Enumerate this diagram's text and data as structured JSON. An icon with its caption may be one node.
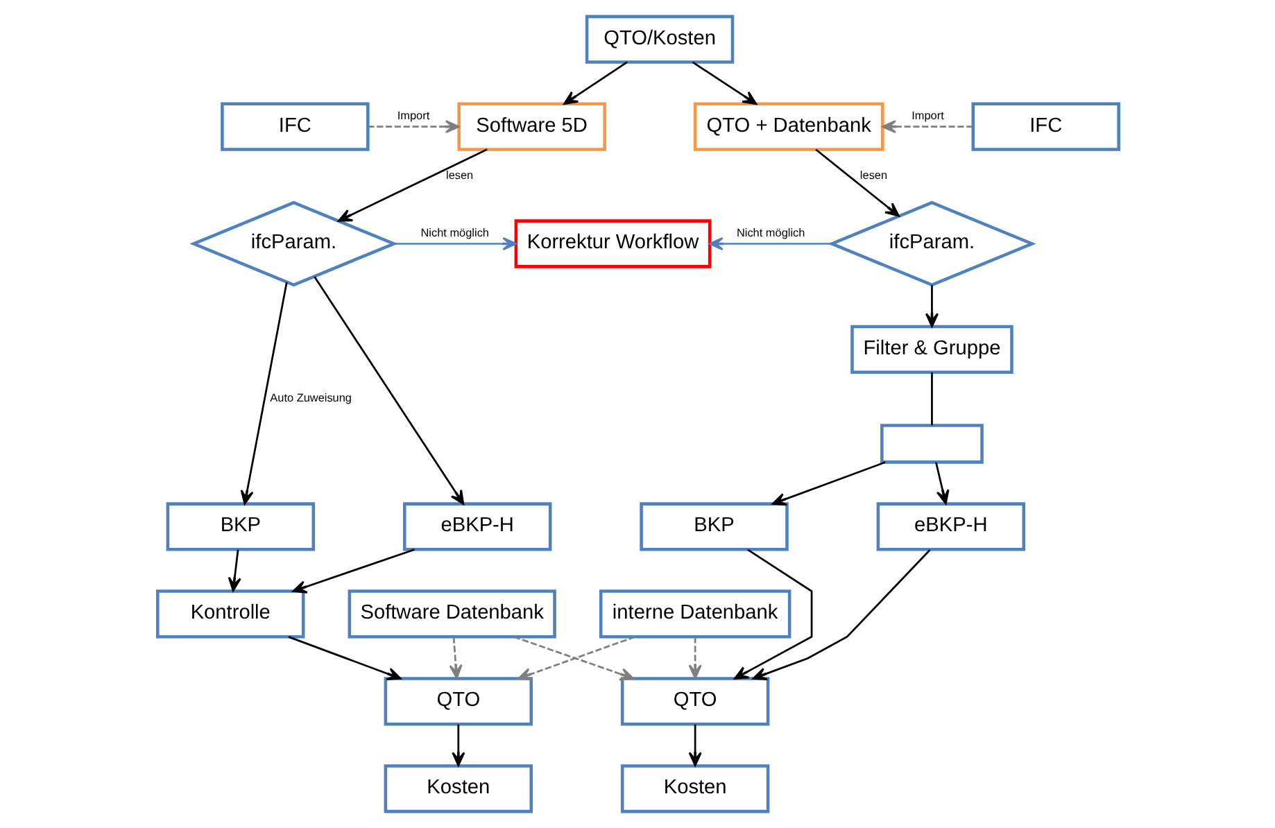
{
  "diagram": {
    "nodes": [
      {
        "text": [
          "QTO/Kosten"
        ]
      },
      {
        "text": [
          "IFC"
        ]
      },
      {
        "text": [
          "Software 5D"
        ]
      },
      {
        "text": [
          "QTO + Datenbank"
        ]
      },
      {
        "text": [
          "IFC"
        ]
      },
      {
        "text": [
          "ifcParam."
        ]
      },
      {
        "text": [
          "Korrektur Workflow"
        ]
      },
      {
        "text": [
          "ifcParam."
        ]
      },
      {
        "text": [
          "Filter & Gruppe"
        ]
      },
      {
        "text": [],
        "shape": "box"
      },
      {
        "text": [
          "BKP"
        ]
      },
      {
        "text": [
          "eBKP-H"
        ]
      },
      {
        "text": [
          "BKP"
        ]
      },
      {
        "text": [
          "eBKP-H"
        ]
      },
      {
        "text": [
          "Kontrolle"
        ]
      },
      {
        "text": [
          "Software Datenbank"
        ]
      },
      {
        "text": [
          "QTO"
        ]
      },
      {
        "text": [
          "QTO"
        ]
      },
      {
        "text": [
          "interne Datenbank"
        ]
      },
      {
        "text": [
          "Kosten"
        ]
      },
      {
        "text": [
          "Kosten"
        ]
      }
    ],
    "edges": [
      {
        "from": 0,
        "to": 2,
        "arrow": "to"
      },
      {
        "from": 0,
        "to": 3,
        "arrow": "to"
      },
      {
        "from": 1,
        "to": 2,
        "arrow": "to",
        "label": "Import",
        "style": "dashed",
        "color": "#7f7f7f"
      },
      {
        "from": 4,
        "to": 3,
        "arrow": "to",
        "label": "Import",
        "style": "dashed",
        "color": "#7f7f7f"
      },
      {
        "from": 2,
        "to": 5,
        "arrow": "to",
        "label": "lesen"
      },
      {
        "from": 3,
        "to": 7,
        "arrow": "to",
        "label": "lesen"
      },
      {
        "from": 5,
        "to": 6,
        "arrow": "to",
        "label": "Nicht möglich",
        "color": "#4f81bd"
      },
      {
        "from": 7,
        "to": 6,
        "arrow": "to",
        "label": "Nicht möglich",
        "color": "#4f81bd"
      },
      {
        "from": 5,
        "to": 10,
        "arrow": "to",
        "label": "Auto Zuweisung"
      },
      {
        "from": 5,
        "to": 11,
        "arrow": "to"
      },
      {
        "from": 7,
        "to": 8,
        "arrow": "to"
      },
      {
        "from": 8,
        "to": 9,
        "arrow": "none"
      },
      {
        "from": 9,
        "to": 12,
        "arrow": "to"
      },
      {
        "from": 9,
        "to": 13,
        "arrow": "to"
      },
      {
        "from": 10,
        "to": 14,
        "arrow": "to"
      },
      {
        "from": 11,
        "to": 14,
        "arrow": "to"
      },
      {
        "from": 12,
        "to": 17,
        "arrow": "to"
      },
      {
        "from": 13,
        "to": 17,
        "arrow": "to"
      },
      {
        "from": 14,
        "to": 16,
        "arrow": "to"
      },
      {
        "from": 15,
        "to": 16,
        "arrow": "to",
        "style": "dashed",
        "color": "#7f7f7f"
      },
      {
        "from": 15,
        "to": 17,
        "arrow": "to",
        "style": "dashed",
        "color": "#7f7f7f"
      },
      {
        "from": 18,
        "to": 16,
        "arrow": "to",
        "style": "dashed",
        "color": "#7f7f7f"
      },
      {
        "from": 18,
        "to": 17,
        "arrow": "to",
        "style": "dashed",
        "color": "#7f7f7f"
      },
      {
        "from": 16,
        "to": 19,
        "arrow": "to"
      },
      {
        "from": 17,
        "to": 20,
        "arrow": "to"
      }
    ]
  }
}
